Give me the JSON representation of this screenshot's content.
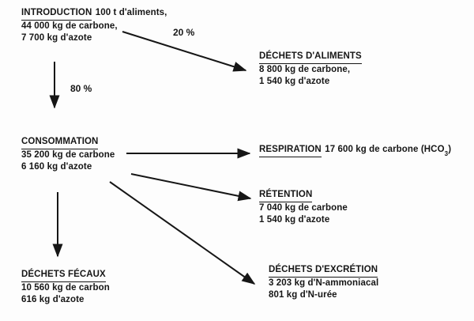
{
  "figure": {
    "background": "#fdfdfd",
    "ink": "#161616",
    "description_labels": {
      "pct_20": "20 %",
      "pct_80": "80 %"
    }
  },
  "nodes": {
    "introduction": {
      "title": "INTRODUCTION",
      "title_suffix": "100 t d'aliments,",
      "line1": "44 000 kg de carbone,",
      "line2": "7 700 kg d'azote"
    },
    "dechets_aliments": {
      "title": "DÉCHETS D'ALIMENTS",
      "line1": "8 800 kg de carbone,",
      "line2": "1 540 kg d'azote"
    },
    "consommation": {
      "title": "CONSOMMATION",
      "line1": "35 200 kg de carbone",
      "line2": "6 160 kg d'azote"
    },
    "respiration": {
      "title": "RESPIRATION",
      "value_pre": "17 600 kg de carbone (HCO",
      "value_sub": "3",
      "value_post": ")"
    },
    "retention": {
      "title": "RÉTENTION",
      "line1": "7 040 kg de carbone",
      "line2": "1 540 kg d'azote"
    },
    "dechets_fecaux": {
      "title": "DÉCHETS FÉCAUX",
      "line1": "10 560 kg de carbon",
      "line2": "616 kg d'azote"
    },
    "dechets_excretion": {
      "title": "DÉCHETS D'EXCRÉTION",
      "line1": "3 203 kg d'N-ammoniacal",
      "line2": "801 kg d'N-urée"
    }
  }
}
